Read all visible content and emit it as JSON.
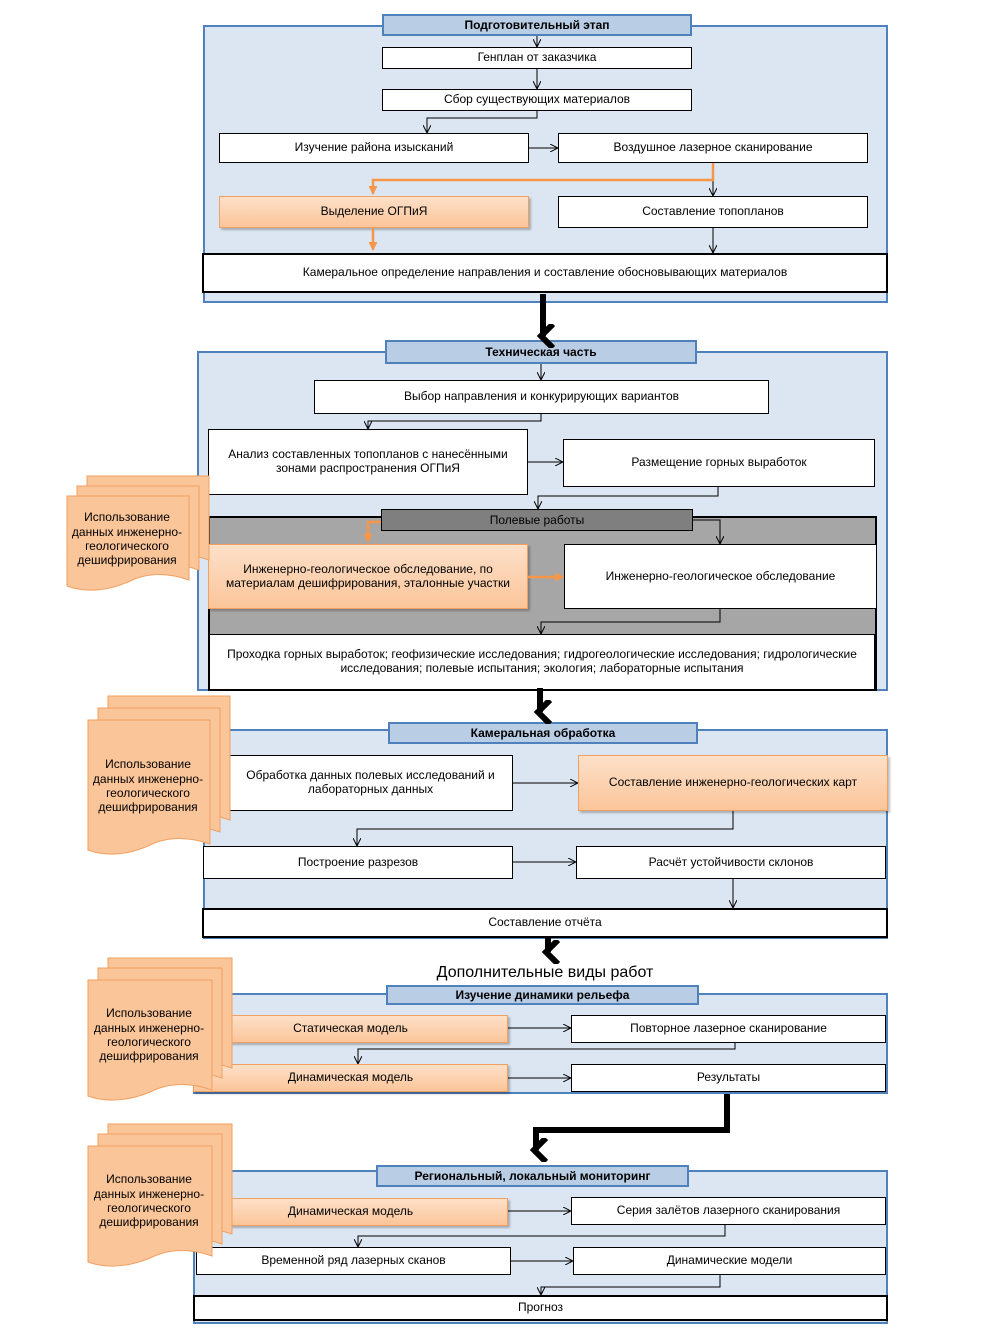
{
  "sections": {
    "prep": {
      "title": "Подготовительный  этап",
      "genplan": "Генплан от заказчика",
      "collect": "Сбор существующих   материалов",
      "study": "Изучение района изысканий",
      "lidar": "Воздушное лазерное сканирование",
      "ogpiya": "Выделение ОГПиЯ",
      "topo": "Составление топопланов",
      "cameral": "Камеральное определение направления и составление обосновывающих материалов"
    },
    "tech": {
      "title": "Техническая часть",
      "choice": "Выбор направления и конкурирующих вариантов",
      "analysis": "Анализ составленных топопланов с нанесёнными зонами распространения  ОГПиЯ",
      "placement": "Размещение горных выработок",
      "field_title": "Полевые работы",
      "survey_decode": "Инженерно-геологическое обследование, по материалам дешифрирования, эталонные участки",
      "survey": "Инженерно-геологическое обследование",
      "drilling": "Проходка горных выработок; геофизические исследования; гидрогеологические исследования; гидрологические исследования; полевые испытания; экология; лабораторные испытания"
    },
    "processing": {
      "title": "Камеральная обработка",
      "data_proc": "Обработка данных полевых исследований и лабораторных данных",
      "maps": "Составление инженерно-геологических карт",
      "sections": "Построение разрезов",
      "stability": "Расчёт устойчивости  склонов",
      "report": "Составление отчёта"
    },
    "extra_title": "Дополнительные виды работ",
    "relief": {
      "title": "Изучение динамики рельефа",
      "static": "Статическая модель",
      "rescan": "Повторное лазерное сканирование",
      "dynamic": "Динамическая модель",
      "results": "Результаты"
    },
    "monitoring": {
      "title": "Региональный, локальный мониторинг",
      "dynamic": "Динамическая модель",
      "flights": "Серия залётов лазерного сканирования",
      "series": "Временной ряд лазерных сканов",
      "models": "Динамические модели",
      "forecast": "Прогноз"
    }
  },
  "doc_note": "Использование данных инженерно-геологического дешифрирования",
  "colors": {
    "section_fill": "#dce6f2",
    "section_border": "#4f81bd",
    "header_fill": "#b9cde5",
    "orange_fill": "#fbc59a",
    "orange_arrow": "#f79646",
    "field_area": "#a6a6a6"
  }
}
